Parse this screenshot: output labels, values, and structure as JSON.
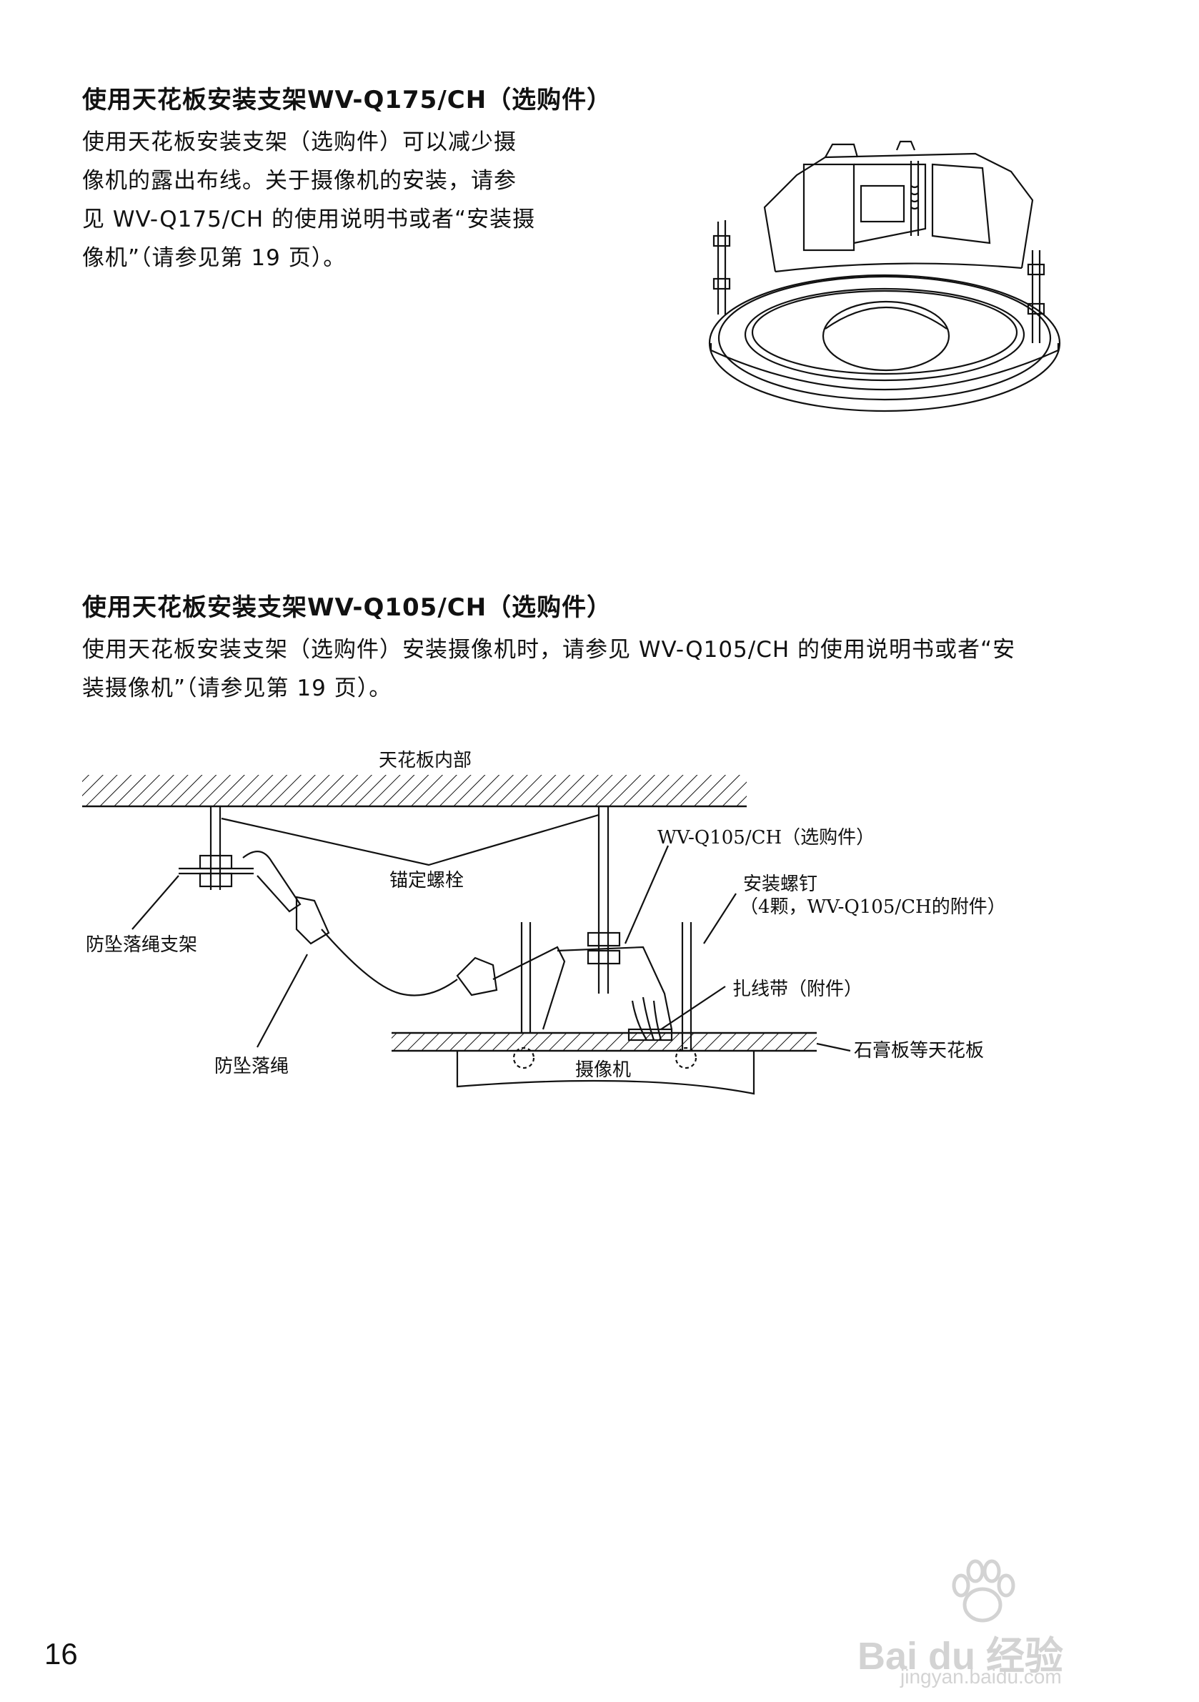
{
  "section1": {
    "heading": "使用天花板安装支架WV-Q175/CH（选购件）",
    "lines": [
      "使用天花板安装支架（选购件）可以减少摄",
      "像机的露出布线。关于摄像机的安装，请参",
      "见 WV-Q175/CH 的使用说明书或者“安装摄",
      "像机”（请参见第 19 页）。"
    ]
  },
  "section2": {
    "heading": "使用天花板安装支架WV-Q105/CH（选购件）",
    "lines": [
      "使用天花板安装支架（选购件）安装摄像机时，请参见 WV-Q105/CH 的使用说明书或者“安",
      "装摄像机”（请参见第 19 页）。"
    ]
  },
  "diagram": {
    "ceiling_inside": "天花板内部",
    "anchor_bolt": "锚定螺栓",
    "fall_bracket": "防坠落绳支架",
    "fall_rope": "防坠落绳",
    "bracket_model": "WV-Q105/CH（选购件）",
    "mount_screw": "安装螺钉",
    "mount_screw_note": "（4颗，WV-Q105/CH的附件）",
    "cable_tie": "扎线带（附件）",
    "gypsum_board": "石膏板等天花板",
    "camera": "摄像机"
  },
  "page_number": "16",
  "watermark": {
    "brand": "Bai du 经验",
    "url": "jingyan.baidu.com"
  }
}
